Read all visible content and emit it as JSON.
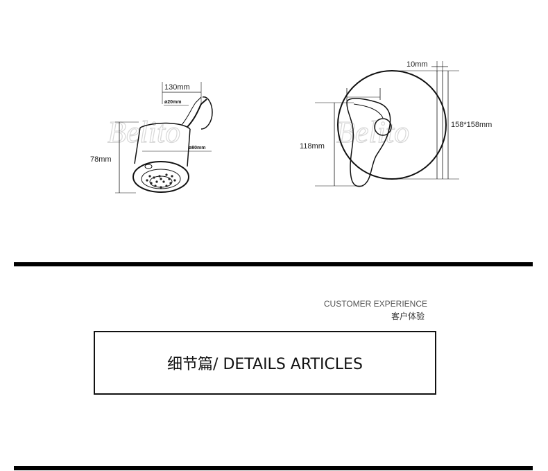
{
  "watermark": "Belito",
  "shower_head": {
    "dim_arm_length": "130mm",
    "dim_arm_diameter": "ø20mm",
    "dim_head_diameter": "ø80mm",
    "dim_height": "78mm"
  },
  "mixer": {
    "dim_depth": "10mm",
    "dim_plate": "158*158mm",
    "dim_height": "118mm"
  },
  "section": {
    "label_en": "CUSTOMER EXPERIENCE",
    "label_cn": "客户体验",
    "title": "细节篇/ DETAILS ARTICLES"
  }
}
